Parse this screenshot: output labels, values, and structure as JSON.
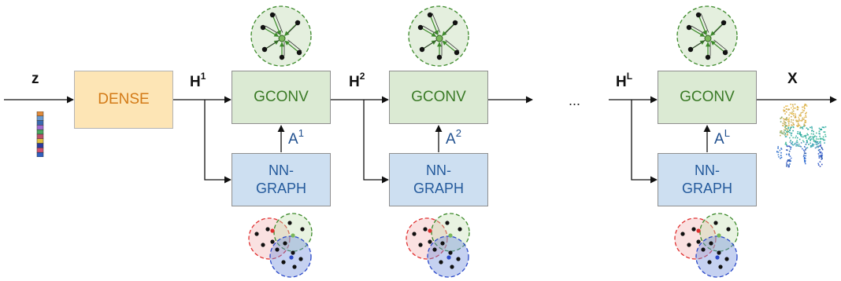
{
  "input_label": "z",
  "output_label": "X",
  "ellipsis": "...",
  "dense_label": "DENSE",
  "hidden_labels": [
    {
      "base": "H",
      "sup": "1"
    },
    {
      "base": "H",
      "sup": "2"
    },
    {
      "base": "H",
      "sup": "L"
    }
  ],
  "blocks": [
    {
      "gconv": "GCONV",
      "nn_line1": "NN-",
      "nn_line2": "GRAPH",
      "adj_base": "A",
      "adj_sup": "1"
    },
    {
      "gconv": "GCONV",
      "nn_line1": "NN-",
      "nn_line2": "GRAPH",
      "adj_base": "A",
      "adj_sup": "2"
    },
    {
      "gconv": "GCONV",
      "nn_line1": "NN-",
      "nn_line2": "GRAPH",
      "adj_base": "A",
      "adj_sup": "L"
    }
  ],
  "colors": {
    "dense_fill": "#fde5b5",
    "dense_text": "#d37a16",
    "gconv_fill": "#dbead3",
    "gconv_text": "#3a7a26",
    "nngraph_fill": "#cddff1",
    "nngraph_text": "#245a9c",
    "neighborhood_red": "#e03030",
    "neighborhood_green": "#3c8a2a",
    "neighborhood_blue": "#2a48c8"
  },
  "latent_vector_colors": [
    "#e08a3a",
    "#6a9ad0",
    "#3a6ab0",
    "#a06ad0",
    "#4aa860",
    "#c0506a",
    "#e0c040",
    "#2a3aa0",
    "#d05070",
    "#3060c0"
  ],
  "icons": [
    "latent-vector-icon",
    "graph-aggregation-icon",
    "neighborhood-overlap-icon",
    "point-cloud-chair-icon"
  ]
}
